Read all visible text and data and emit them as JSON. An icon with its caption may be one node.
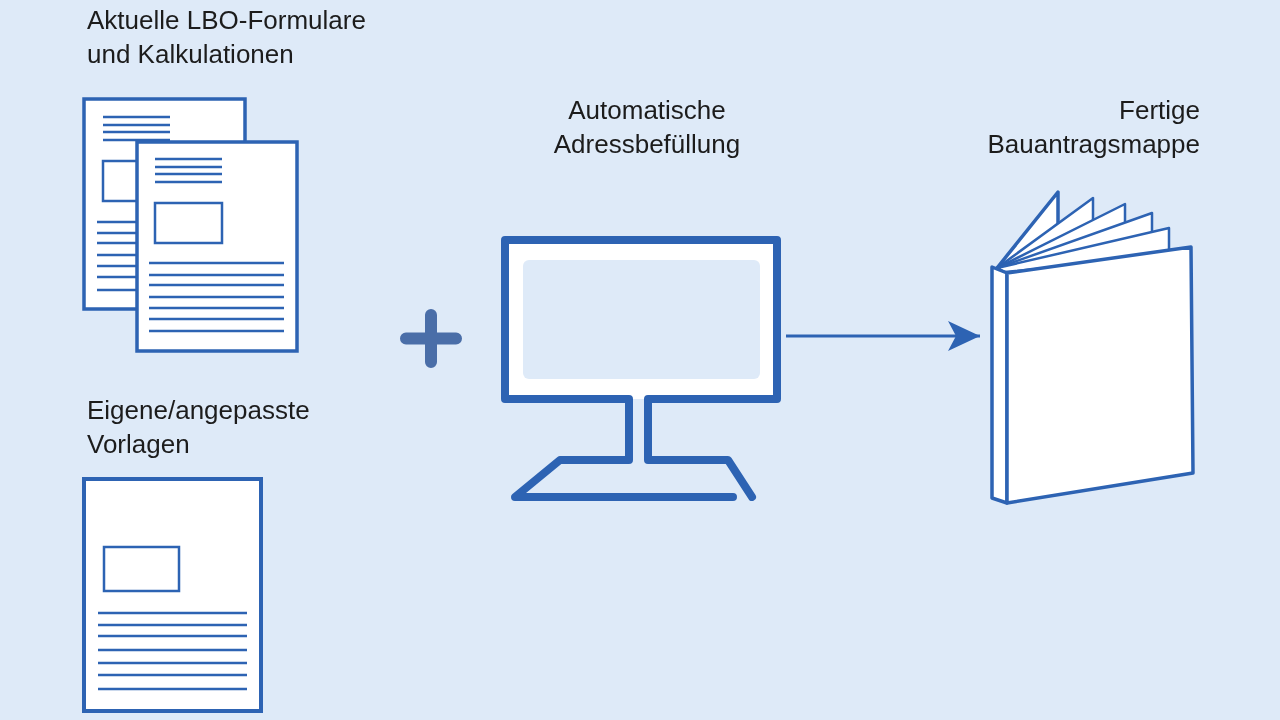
{
  "diagram": {
    "nodes": [
      {
        "text": [
          "Aktuelle LBO-Formulare und Kalkulationen"
        ]
      },
      {
        "text": [
          "Eigene/angepasste Vorlagen"
        ]
      },
      {
        "text": [
          "Automatische Adressbefüllung"
        ]
      },
      {
        "text": [
          "Fertige Bauantragsmappe"
        ]
      }
    ],
    "edges": [
      {
        "from": 2,
        "to": 3,
        "arrow": "to"
      }
    ]
  }
}
